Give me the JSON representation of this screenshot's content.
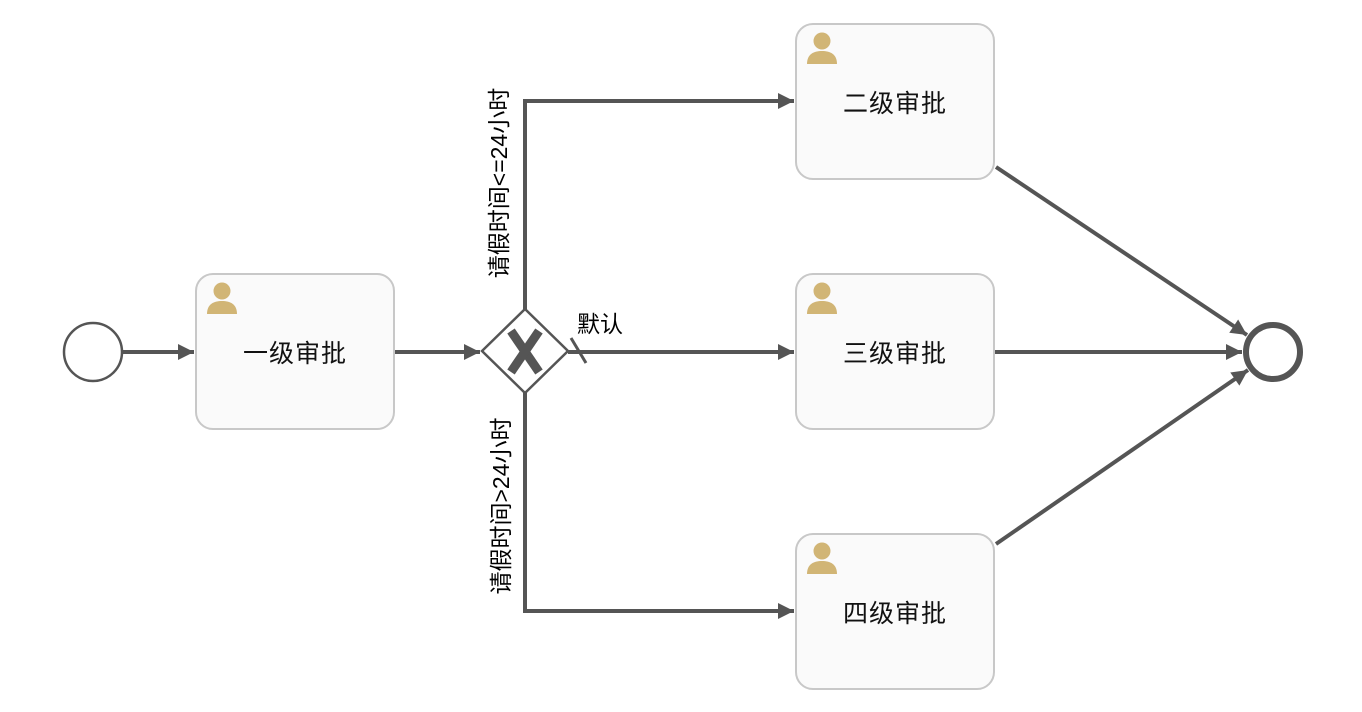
{
  "diagram": {
    "kind": "bpmn-process-diagram",
    "colors": {
      "flow_stroke": "#555555",
      "task_fill": "#fafafa",
      "task_border": "#c8c8c8",
      "user_icon": "#d1b575",
      "label_text": "#111111",
      "canvas": "#ffffff"
    },
    "start_event": {
      "name": "start"
    },
    "end_event": {
      "name": "end"
    },
    "gateway": {
      "type": "exclusive",
      "symbol": "X"
    },
    "tasks": [
      {
        "id": "task-1",
        "type": "user-task",
        "label": "一级审批"
      },
      {
        "id": "task-2",
        "type": "user-task",
        "label": "二级审批"
      },
      {
        "id": "task-3",
        "type": "user-task",
        "label": "三级审批"
      },
      {
        "id": "task-4",
        "type": "user-task",
        "label": "四级审批"
      }
    ],
    "flows": [
      {
        "from": "start",
        "to": "task-1",
        "label": ""
      },
      {
        "from": "task-1",
        "to": "gateway",
        "label": ""
      },
      {
        "from": "gateway",
        "to": "task-2",
        "label": "请假时间<=24小时"
      },
      {
        "from": "gateway",
        "to": "task-3",
        "label": "默认",
        "default": true
      },
      {
        "from": "gateway",
        "to": "task-4",
        "label": "请假时间>24小时"
      },
      {
        "from": "task-2",
        "to": "end",
        "label": ""
      },
      {
        "from": "task-3",
        "to": "end",
        "label": ""
      },
      {
        "from": "task-4",
        "to": "end",
        "label": ""
      }
    ]
  }
}
